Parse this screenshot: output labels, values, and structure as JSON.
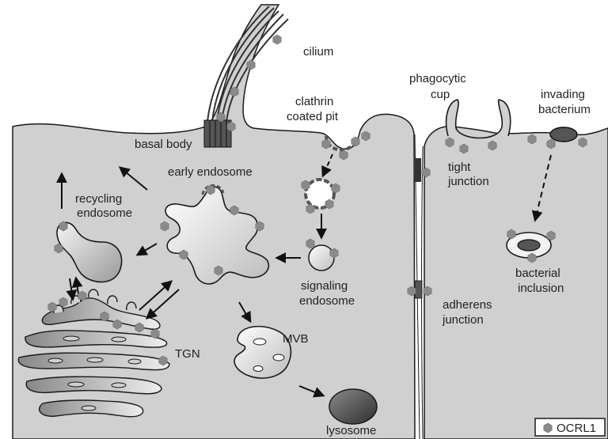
{
  "labels": {
    "cilium": "cilium",
    "clathrin_line1": "clathrin",
    "clathrin_line2": "coated pit",
    "phagocytic_line1": "phagocytic",
    "phagocytic_line2": "cup",
    "invading_line1": "invading",
    "invading_line2": "bacterium",
    "basal_body": "basal body",
    "early_endosome": "early endosome",
    "tight_line1": "tight",
    "tight_line2": "junction",
    "recycling_line1": "recycling",
    "recycling_line2": "endosome",
    "signaling_line1": "signaling",
    "signaling_line2": "endosome",
    "bacterial_line1": "bacterial",
    "bacterial_line2": "inclusion",
    "adherens_line1": "adherens",
    "adherens_line2": "junction",
    "tgn": "TGN",
    "mvb": "MVB",
    "lysosome": "lysosome"
  },
  "legend": {
    "label": "OCRL1"
  },
  "colors": {
    "cell_fill": "#d0d0d0",
    "membrane": "#1a1a1a",
    "ocrl1_marker": "#8a8a8a",
    "lysosome_fill": "#555555",
    "clathrin_coat": "#555555"
  }
}
